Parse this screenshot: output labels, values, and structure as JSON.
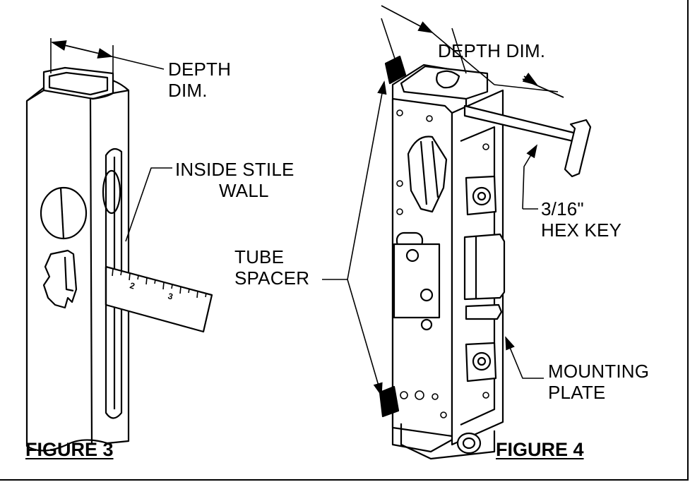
{
  "figure3": {
    "title": "FIGURE 3",
    "depth_label_line1": "DEPTH",
    "depth_label_line2": "DIM.",
    "stile_label_line1": "INSIDE STILE",
    "stile_label_line2": "WALL",
    "ruler_marks": [
      "2",
      "3"
    ]
  },
  "figure4": {
    "title": "FIGURE 4",
    "depth_label": "DEPTH DIM.",
    "hex_key_line1": "3/16\"",
    "hex_key_line2": "HEX KEY",
    "tube_spacer_line1": "TUBE",
    "tube_spacer_line2": "SPACER",
    "mounting_plate_line1": "MOUNTING",
    "mounting_plate_line2": "PLATE"
  },
  "colors": {
    "ink": "#000000",
    "paper": "#ffffff",
    "shade": "#d9d9d9"
  }
}
